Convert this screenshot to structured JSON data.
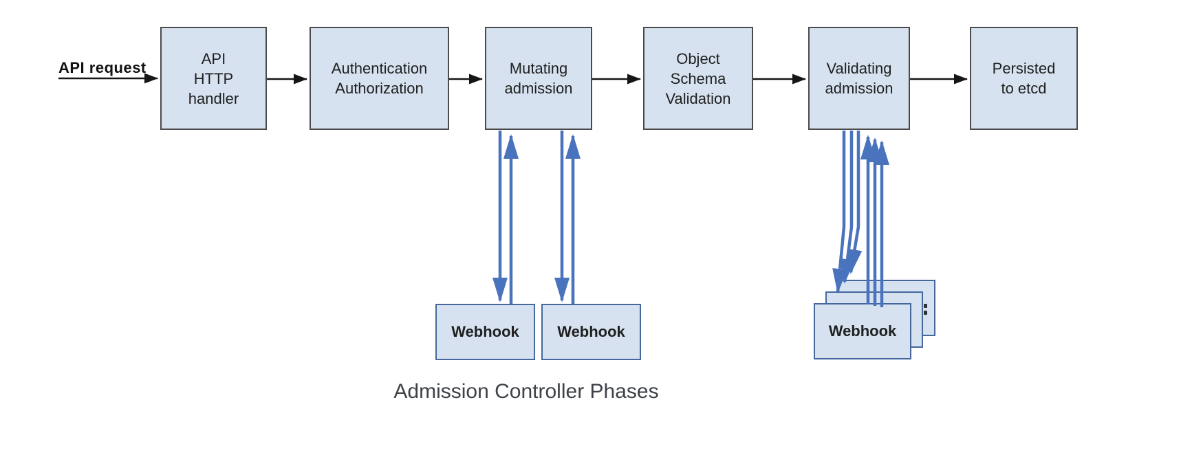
{
  "caption": "Admission Controller Phases",
  "flow_start_label": "API request",
  "phases": [
    {
      "id": "api-http-handler",
      "label": "API\nHTTP\nhandler"
    },
    {
      "id": "authentication-authorization",
      "label": "Authentication\nAuthorization"
    },
    {
      "id": "mutating-admission",
      "label": "Mutating\nadmission"
    },
    {
      "id": "object-schema-validation",
      "label": "Object\nSchema\nValidation"
    },
    {
      "id": "validating-admission",
      "label": "Validating\nadmission"
    },
    {
      "id": "persisted-to-etcd",
      "label": "Persisted\nto etcd"
    }
  ],
  "webhooks": {
    "mutating": [
      {
        "label": "Webhook"
      },
      {
        "label": "Webhook"
      }
    ],
    "validating_front": {
      "label": "Webhook"
    }
  },
  "colors": {
    "box_fill": "#d6e2f0",
    "box_border": "#4a4a4a",
    "box_text": "#1f1f1f",
    "webhook_border": "#45679e",
    "arrow_blue": "#4a73bd",
    "arrow_black": "#161616"
  }
}
